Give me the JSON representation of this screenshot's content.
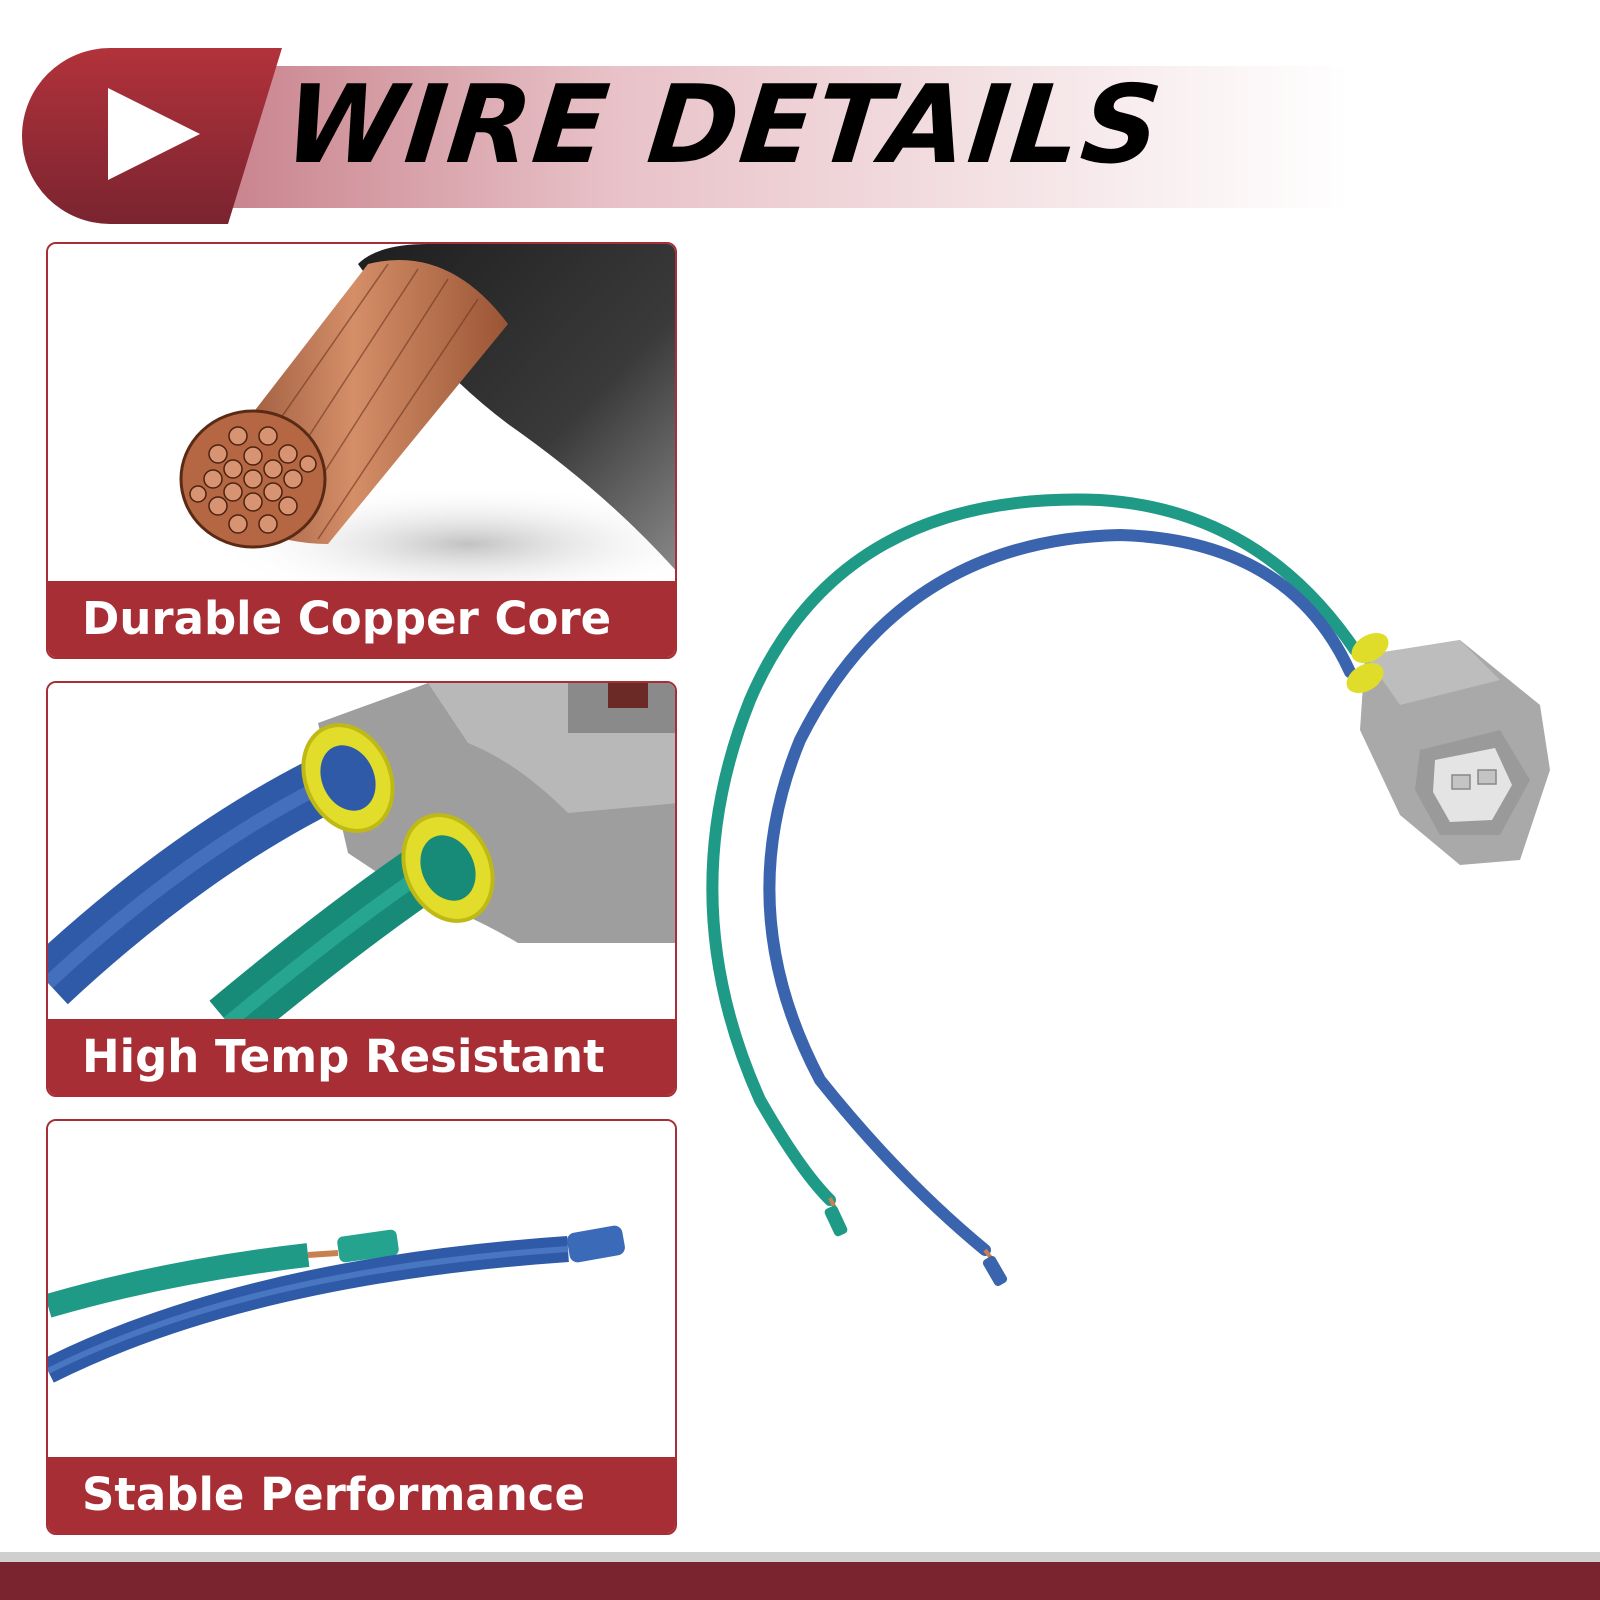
{
  "banner": {
    "title": "WIRE DETAILS",
    "icon": "play-arrow-icon"
  },
  "features": [
    {
      "label": "Durable Copper Core",
      "image": "copper-core-photo"
    },
    {
      "label": "High Temp Resistant",
      "image": "connector-seal-photo"
    },
    {
      "label": "Stable Performance",
      "image": "wire-end-photo"
    }
  ],
  "colors": {
    "brand_red": "#a82e36",
    "dark_red": "#7a2430",
    "wire_green": "#1f9a86",
    "wire_blue": "#3a64ad",
    "seal_yellow": "#e6e22a",
    "connector_grey": "#a9a9a9",
    "copper": "#c0714d"
  }
}
